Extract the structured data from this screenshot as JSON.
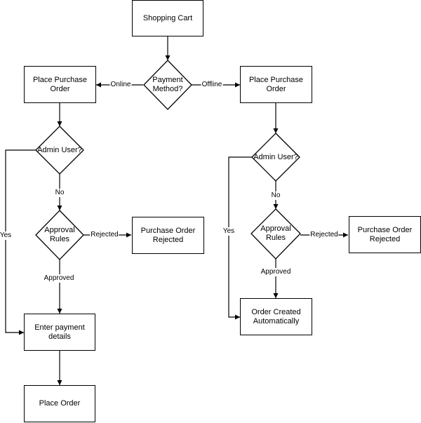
{
  "nodes": {
    "shopping_cart": "Shopping Cart",
    "payment_method": "Payment Method?",
    "place_po_online": "Place Purchase Order",
    "place_po_offline": "Place Purchase Order",
    "admin_user_left": "Admin User?",
    "admin_user_right": "Admin User?",
    "approval_rules_left": "Approval Rules",
    "approval_rules_right": "Approval Rules",
    "po_rejected_left": "Purchase Order Rejected",
    "po_rejected_right": "Purchase Order Rejected",
    "enter_payment": "Enter payment details",
    "place_order": "Place Order",
    "order_created": "Order Created Automatically"
  },
  "edges": {
    "online": "Online",
    "offline": "Offline",
    "no_left": "No",
    "no_right": "No",
    "yes_left": "Yes",
    "yes_right": "Yes",
    "rejected_left": "Rejected",
    "rejected_right": "Rejected",
    "approved_left": "Approved",
    "approved_right": "Approved"
  },
  "colors": {
    "stroke": "#000000",
    "fill": "#ffffff"
  }
}
